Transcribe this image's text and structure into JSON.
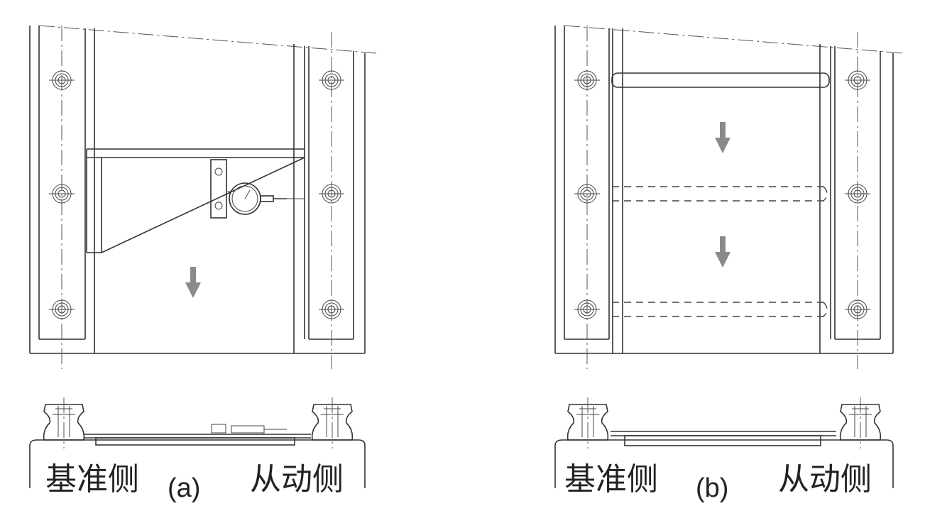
{
  "panels": [
    {
      "id": "a",
      "datum_label": "基准侧",
      "caption": "(a)",
      "driven_label": "从动侧",
      "arrows": 1,
      "has_dial_indicator": true
    },
    {
      "id": "b",
      "datum_label": "基准侧",
      "caption": "(b)",
      "driven_label": "从动侧",
      "arrows": 2,
      "has_dial_indicator": false
    }
  ],
  "colors": {
    "line": "#333333",
    "arrow": "#8a8a8a",
    "background": "#ffffff"
  }
}
